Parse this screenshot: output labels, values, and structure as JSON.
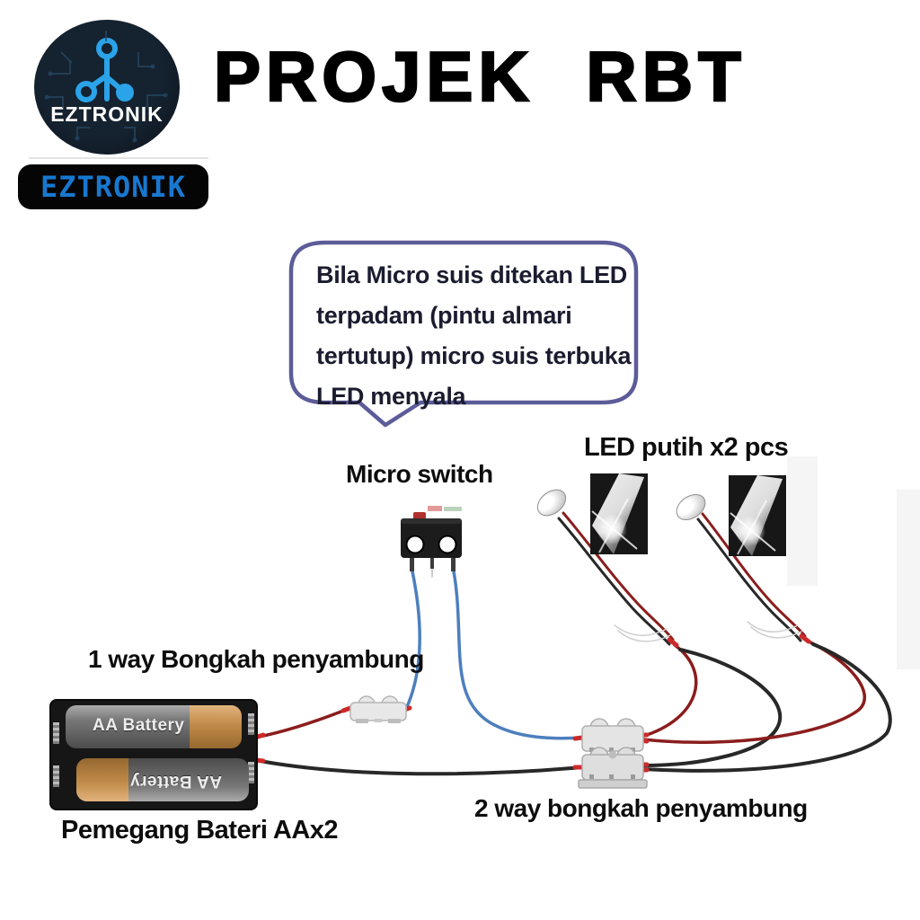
{
  "title": {
    "text": "PROJEK RBT",
    "color": "#000000"
  },
  "brand": {
    "logo_text": "EZTRONIK",
    "logo_bg": "#0c141d",
    "logo_accent": "#2aa3e8",
    "badge_text": "EZTRONIK",
    "badge_text_color": "#1878d0"
  },
  "speech_bubble": {
    "border_color": "#5c5c99",
    "text_color": "#1c1c30",
    "lines": [
      "Bila Micro suis ditekan LED",
      "terpadam (pintu almari",
      "tertutup) micro suis terbuka",
      "LED menyala"
    ]
  },
  "labels": {
    "micro_switch": "Micro switch",
    "led": "LED putih x2 pcs",
    "one_way_connector": "1 way Bongkah penyambung",
    "battery_holder": "Pemegang Bateri AAx2",
    "two_way_connector": "2 way bongkah penyambung"
  },
  "battery": {
    "cell_label": "AA Battery",
    "count": 2
  },
  "wires": {
    "positive": "#8b1d1d",
    "negative": "#282828",
    "switch_wire": "#4d7fbe",
    "terminal_tip": "#cc2a2a",
    "stripped": "#cfcfcf"
  }
}
